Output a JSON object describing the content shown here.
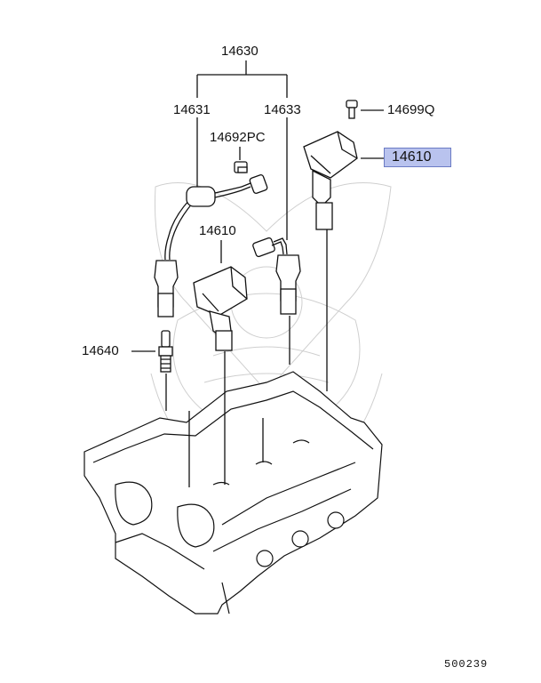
{
  "labels": {
    "p14630": "14630",
    "p14631": "14631",
    "p14633": "14633",
    "p14699q": "14699Q",
    "p14692pc": "14692PC",
    "p14610_main": "14610",
    "p14610_second": "14610",
    "p14640": "14640"
  },
  "diagram_code": "500239",
  "colors": {
    "highlight_fill": "#b9c3ee",
    "highlight_border": "#6b7bc4",
    "line": "#111111",
    "watermark": "#cfcfcf"
  },
  "icons": [
    "ignition-coil-icon",
    "spark-plug-icon",
    "plug-wire-icon",
    "bolt-icon",
    "clip-icon",
    "cylinder-head-icon",
    "watermark-crest-icon"
  ]
}
